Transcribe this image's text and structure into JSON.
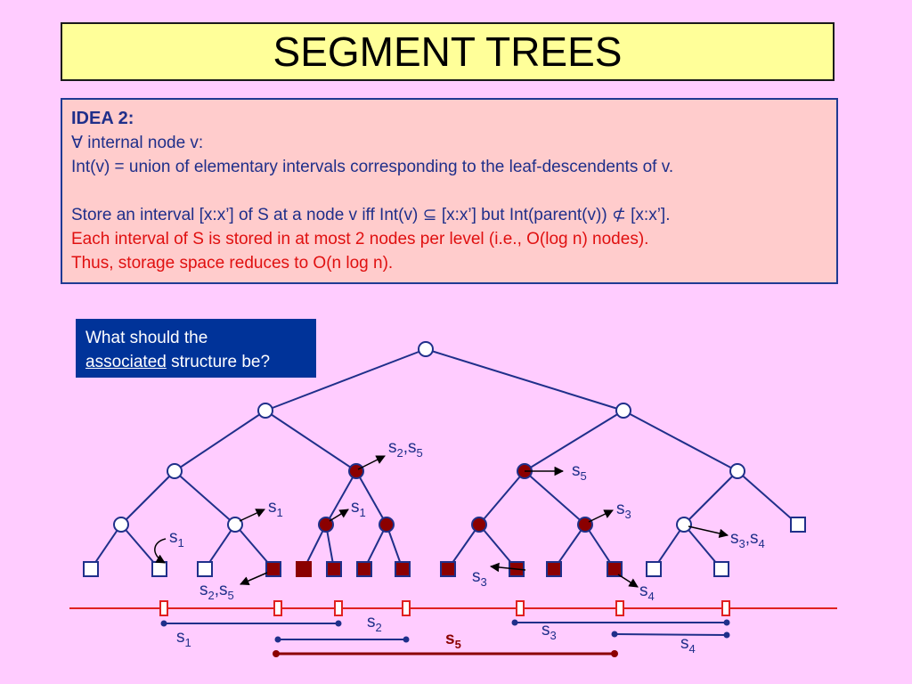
{
  "title": "SEGMENT TREES",
  "idea": {
    "heading": "IDEA 2:",
    "forall_symbol": "∀",
    "line1_rest": " internal node v:",
    "line2": "Int(v)  =  union of elementary intervals corresponding to the leaf-descendents of v.",
    "line3_a": "Store an interval [x:x’] of S at a node v iff  Int(v) ",
    "subset_symbol": "⊆",
    "line3_b": " [x:x’]  but Int(parent(v)) ",
    "notsubset_symbol": "⊄",
    "line3_c": " [x:x’].",
    "red_line1": "Each interval of S is stored in at most 2 nodes per level (i.e., O(log n) nodes).",
    "red_line2": "Thus, storage space reduces to O(n log n)."
  },
  "question": {
    "line1": "What should the",
    "underlined": "associated",
    "line2_rest": " structure be?"
  },
  "labels": {
    "s": "s",
    "s1": "1",
    "s2": "2",
    "s3": "3",
    "s4": "4",
    "s5": "5",
    "comma": ","
  },
  "colors": {
    "background": "#ffccff",
    "title_bg": "#ffff99",
    "idea_bg": "#ffcccc",
    "text_blue": "#1f2f8a",
    "text_red": "#e01010",
    "question_bg": "#003399",
    "marked_node": "#8b0000",
    "axis_line": "#e02020"
  }
}
